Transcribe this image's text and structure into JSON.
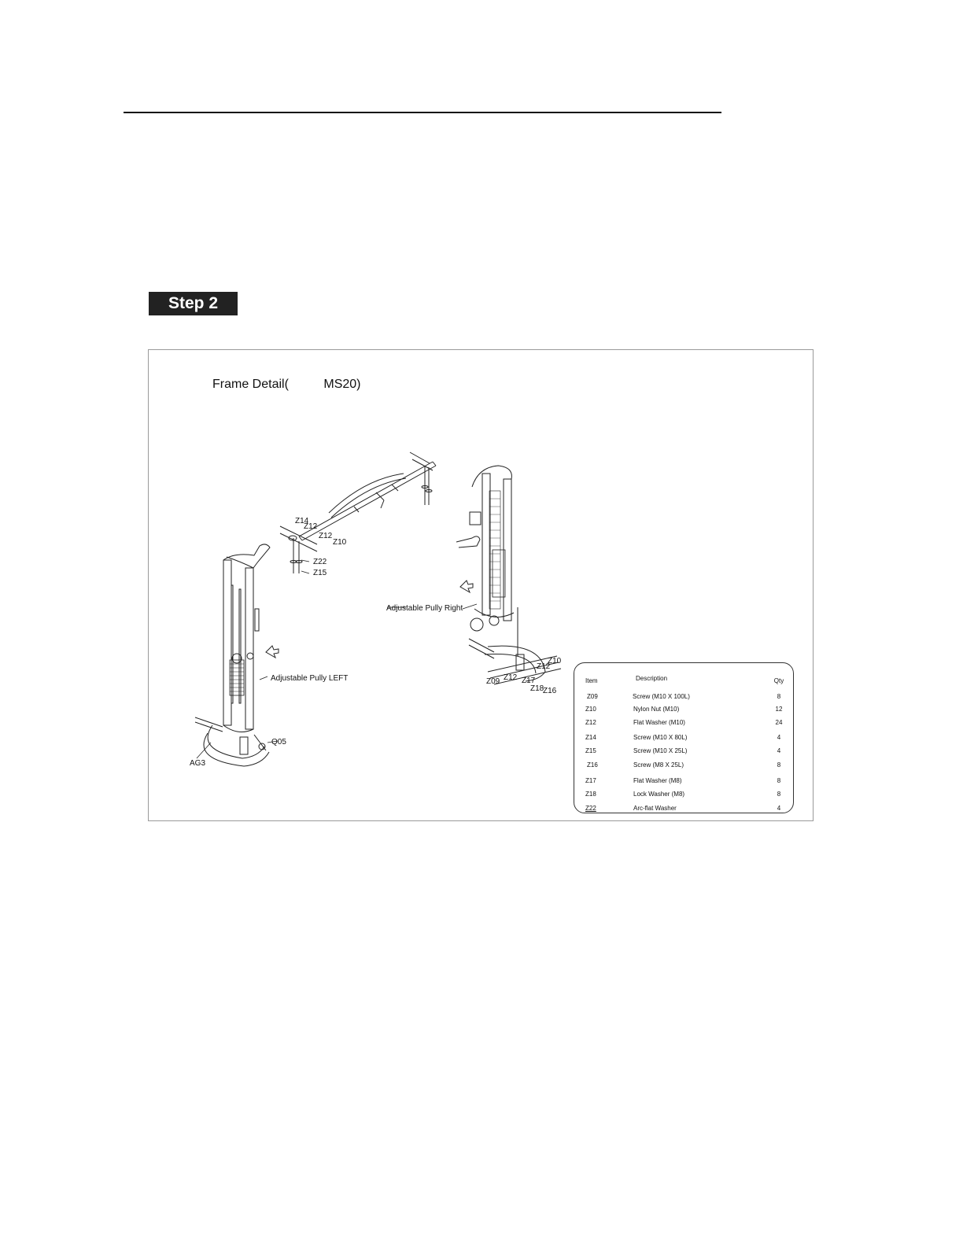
{
  "header": {
    "step_label": "Step 2"
  },
  "frame": {
    "title": "Frame Detail(          MS20)"
  },
  "callouts": {
    "z14": "Z14",
    "z12a": "Z12",
    "z12b": "Z12",
    "z10a": "Z10",
    "z22": "Z22",
    "z15": "Z15",
    "pully_right": "Adjustable Pully Right",
    "pully_left": "Adjustable Pully LEFT",
    "z10b": "Z10",
    "z12c": "Z12",
    "z12d": "Z12",
    "z09": "Z09",
    "z17": "Z17",
    "z18": "Z18",
    "z16": "Z16",
    "q05": "Q05",
    "ag3": "AG3"
  },
  "parts_table": {
    "headers": {
      "item": "Item",
      "description": "Description",
      "qty": "Qty"
    },
    "rows": [
      {
        "item": "Z09",
        "description": "Screw  (M10 X 100L)",
        "qty": "8"
      },
      {
        "item": "Z10",
        "description": "Nylon Nut  (M10)",
        "qty": "12"
      },
      {
        "item": "Z12",
        "description": "Flat Washer  (M10)",
        "qty": "24"
      },
      {
        "item": "Z14",
        "description": "Screw  (M10 X 80L)",
        "qty": "4"
      },
      {
        "item": "Z15",
        "description": "Screw  (M10 X 25L)",
        "qty": "4"
      },
      {
        "item": "Z16",
        "description": "Screw  (M8 X 25L)",
        "qty": "8"
      },
      {
        "item": "Z17",
        "description": "Flat Washer  (M8)",
        "qty": "8"
      },
      {
        "item": "Z18",
        "description": "Lock Washer  (M8)",
        "qty": "8"
      },
      {
        "item": "Z22",
        "description": "Arc-flat Washer",
        "qty": "4"
      }
    ]
  }
}
